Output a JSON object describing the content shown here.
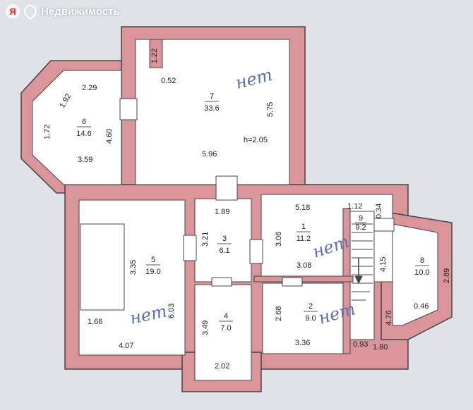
{
  "watermark": {
    "brand": "Недвижимость",
    "logo_letter": "Я"
  },
  "colors": {
    "wall": "#d9959a",
    "wall_stroke": "#444",
    "floor": "#ffffff",
    "paper": "#dfe3e8",
    "handwriting": "#5a6fb0"
  },
  "rooms": [
    {
      "id": "1",
      "area": "11.2"
    },
    {
      "id": "2",
      "area": "9.0"
    },
    {
      "id": "3",
      "area": "6.1"
    },
    {
      "id": "4",
      "area": "7.0"
    },
    {
      "id": "5",
      "area": "19.0"
    },
    {
      "id": "6",
      "area": "14.6"
    },
    {
      "id": "7",
      "area": "33.6"
    },
    {
      "id": "8",
      "area": "10.0"
    },
    {
      "id": "9",
      "area": "9.2"
    }
  ],
  "ceiling_height": "h=2.05",
  "handwritten_note": "нет",
  "dimensions": {
    "d_122": "1.22",
    "d_052": "0.52",
    "d_229": "2.29",
    "d_192": "1.92",
    "d_172": "1.72",
    "d_460": "4.60",
    "d_359": "3.59",
    "d_575": "5.75",
    "d_596": "5.96",
    "d_189": "1.89",
    "d_321": "3.21",
    "d_306": "3.06",
    "d_518": "5.18",
    "d_112": "1.12",
    "d_034": "0.34",
    "d_335": "3.35",
    "d_603": "6.03",
    "d_166": "1.66",
    "d_407": "4.07",
    "d_349": "3.49",
    "d_202": "2.02",
    "d_268": "2.68",
    "d_336": "3.36",
    "d_308": "3.08",
    "d_415": "4.15",
    "d_289": "2.89",
    "d_476": "4.76",
    "d_046": "0.46",
    "d_093": "0.93",
    "d_180": "1.80"
  }
}
